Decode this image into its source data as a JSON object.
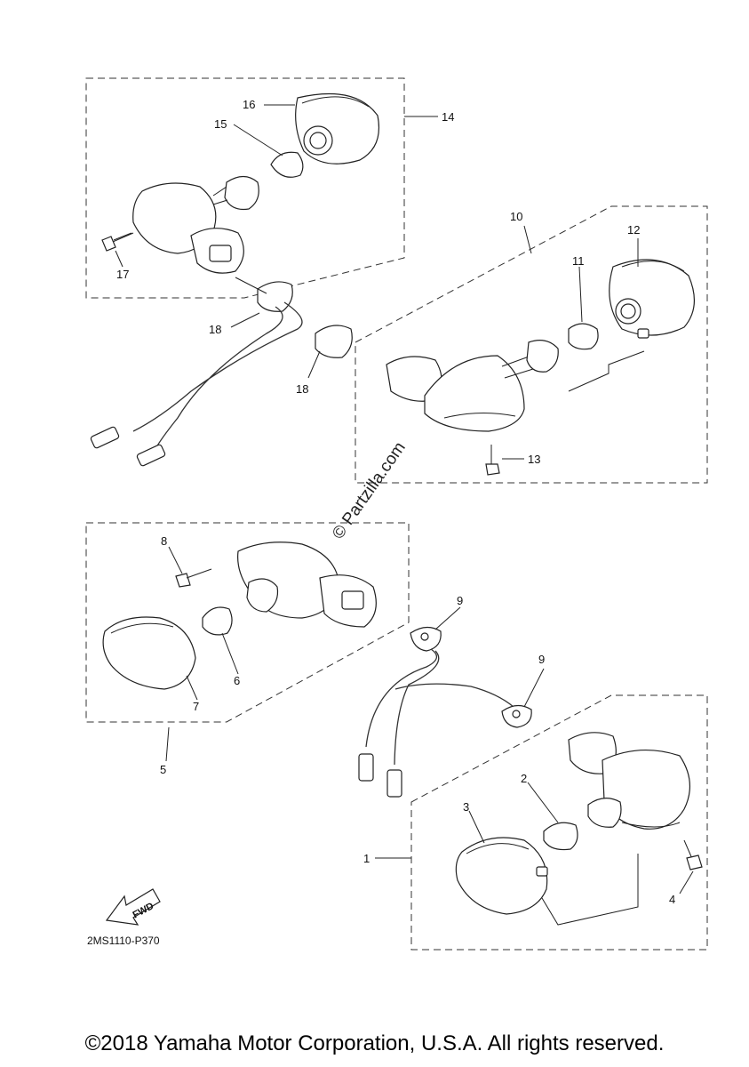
{
  "diagram": {
    "callouts": [
      {
        "id": "1",
        "label": "1"
      },
      {
        "id": "2",
        "label": "2"
      },
      {
        "id": "3",
        "label": "3"
      },
      {
        "id": "4",
        "label": "4"
      },
      {
        "id": "5",
        "label": "5"
      },
      {
        "id": "6",
        "label": "6"
      },
      {
        "id": "7",
        "label": "7"
      },
      {
        "id": "8",
        "label": "8"
      },
      {
        "id": "9a",
        "label": "9"
      },
      {
        "id": "9b",
        "label": "9"
      },
      {
        "id": "10",
        "label": "10"
      },
      {
        "id": "11",
        "label": "11"
      },
      {
        "id": "12",
        "label": "12"
      },
      {
        "id": "13",
        "label": "13"
      },
      {
        "id": "14",
        "label": "14"
      },
      {
        "id": "15",
        "label": "15"
      },
      {
        "id": "16",
        "label": "16"
      },
      {
        "id": "17",
        "label": "17"
      },
      {
        "id": "18a",
        "label": "18"
      },
      {
        "id": "18b",
        "label": "18"
      }
    ],
    "diagram_code": "2MS1110-P370",
    "fwd_label": "FWD",
    "watermark": "© Partzilla.com"
  },
  "footer": {
    "copyright": "©2018 Yamaha Motor Corporation, U.S.A. All rights reserved."
  }
}
